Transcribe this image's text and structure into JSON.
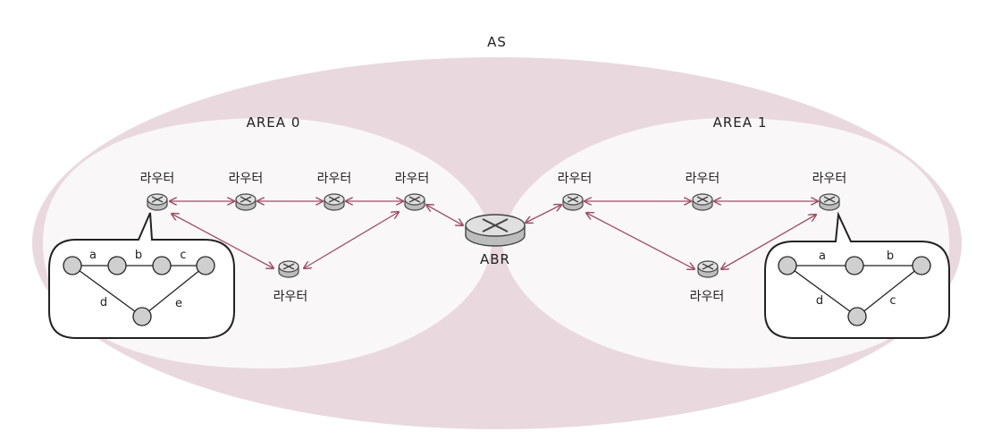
{
  "as_label": "AS",
  "areas": [
    {
      "label": "AREA 0"
    },
    {
      "label": "AREA 1"
    }
  ],
  "router_label": "라우터",
  "abr_label": "ABR",
  "left_graph": {
    "edges": [
      "a",
      "b",
      "c",
      "d",
      "e"
    ]
  },
  "right_graph": {
    "edges": [
      "a",
      "b",
      "c",
      "d"
    ]
  },
  "colors": {
    "as_fill": "#e9d9df",
    "area_fill": "#faf7f8",
    "link": "#9c4f65",
    "router_fill": "#d8d8d8",
    "router_stroke": "#444444"
  }
}
